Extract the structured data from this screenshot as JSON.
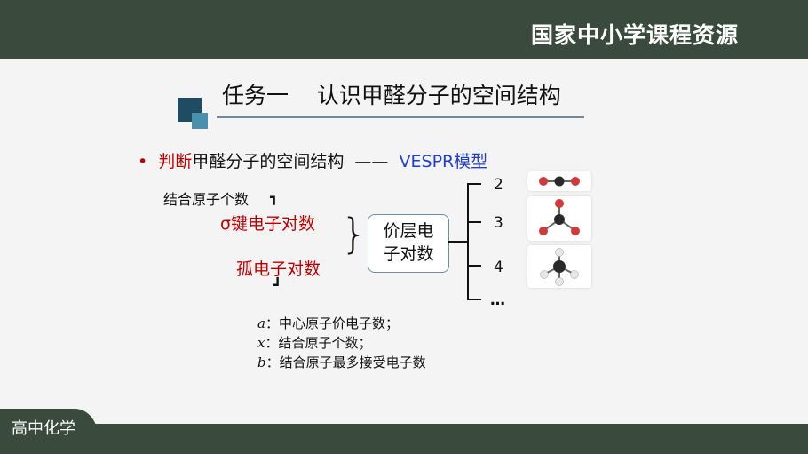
{
  "header": {
    "brand": "国家中小学课程资源"
  },
  "footer": {
    "label": "高中化学"
  },
  "slide": {
    "title": "任务一    认识甲醛分子的空间结构",
    "bullet": {
      "part1": "判断",
      "part2": "甲醛分子的空间结构",
      "dash": "  ——  ",
      "part3": "VESPR模型"
    },
    "bonded_atoms": "结合原子个数",
    "sigma_pairs": "σ键电子对数",
    "lone_pairs": "孤电子对数",
    "valence_pairs_line1": "价层电",
    "valence_pairs_line2": "子对数",
    "counts": [
      "2",
      "3",
      "4",
      "…"
    ],
    "variables": [
      {
        "sym": "a",
        "text": "：中心原子价电子数；"
      },
      {
        "sym": "x",
        "text": "：结合原子个数；"
      },
      {
        "sym": "b",
        "text": "：结合原子最多接受电子数"
      }
    ]
  },
  "colors": {
    "bar": "#3a4a3d",
    "red": "#c00000",
    "blue": "#1f3fd0",
    "accent": "#1f4b63"
  }
}
